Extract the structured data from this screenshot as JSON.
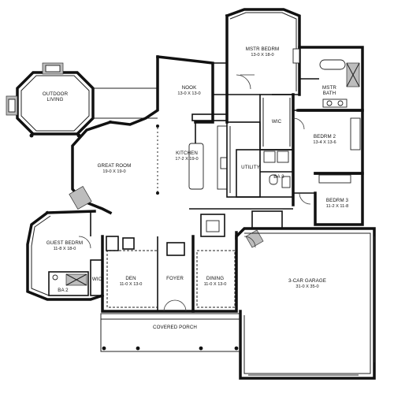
{
  "rooms": {
    "outdoor_living": {
      "name": "OUTDOOR",
      "name2": "LIVING"
    },
    "mstr_bedrm": {
      "name": "MSTR BEDRM",
      "dims": "13-0 X 18-0"
    },
    "nook": {
      "name": "NOOK",
      "dims": "13-0 X 13-0"
    },
    "mstr_bath": {
      "name": "MSTR",
      "name2": "BATH"
    },
    "wic_master": {
      "name": "WIC"
    },
    "great_room": {
      "name": "GREAT ROOM",
      "dims": "19-0 X 19-0"
    },
    "kitchen": {
      "name": "KITCHEN",
      "dims": "17-2 X 19-0"
    },
    "utility": {
      "name": "UTILITY"
    },
    "ba3": {
      "name": "BA 3"
    },
    "bedrm2": {
      "name": "BEDRM 2",
      "dims": "13-4 X 13-6"
    },
    "bedrm3": {
      "name": "BEDRM 3",
      "dims": "11-2 X 11-8"
    },
    "guest_bedrm": {
      "name": "GUEST BEDRM",
      "dims": "11-8 X 18-0"
    },
    "wic_guest": {
      "name": "WIC"
    },
    "ba2": {
      "name": "BA 2"
    },
    "den": {
      "name": "DEN",
      "dims": "11-0 X 13-0"
    },
    "foyer": {
      "name": "FOYER"
    },
    "dining": {
      "name": "DINING",
      "dims": "11-0 X 13-0"
    },
    "garage": {
      "name": "3-CAR GARAGE",
      "dims": "31-0 X 35-0"
    },
    "covered_porch": {
      "name": "COVERED PORCH"
    }
  }
}
